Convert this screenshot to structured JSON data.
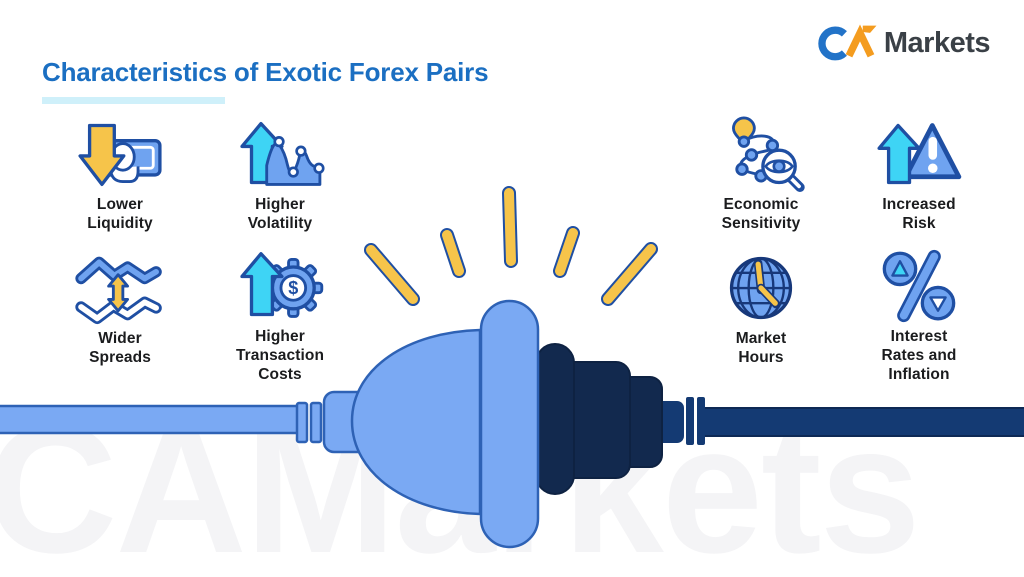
{
  "brand": {
    "name": "CA Markets",
    "markets_label": "Markets",
    "colors": {
      "c_blue": "#2273c8",
      "a_orange": "#f49c1f",
      "text_dark": "#3a4046"
    }
  },
  "title": {
    "text": "Characteristics of Exotic Forex Pairs",
    "color": "#1b6fc2",
    "underline_color": "#cff0fa"
  },
  "watermark": {
    "text": "CAMarkets"
  },
  "features": {
    "left": [
      {
        "label": "Lower\nLiquidity",
        "icon": "lower-liquidity-icon"
      },
      {
        "label": "Higher\nVolatility",
        "icon": "higher-volatility-icon"
      },
      {
        "label": "Wider\nSpreads",
        "icon": "wider-spreads-icon"
      },
      {
        "label": "Higher\nTransaction\nCosts",
        "icon": "higher-transaction-costs-icon"
      }
    ],
    "right": [
      {
        "label": "Economic\nSensitivity",
        "icon": "economic-sensitivity-icon"
      },
      {
        "label": "Increased\nRisk",
        "icon": "increased-risk-icon"
      },
      {
        "label": "Market\nHours",
        "icon": "market-hours-icon"
      },
      {
        "label": "Interest\nRates and\nInflation",
        "icon": "interest-rates-inflation-icon"
      }
    ]
  },
  "illustration": {
    "name": "two-power-plugs-connecting",
    "spark_count": 5,
    "colors": {
      "light_plug": "#7aa9f3",
      "light_outline": "#2e62b5",
      "dark_plug": "#12294e",
      "dark_cable": "#143a73",
      "spark_yellow": "#f6c44a",
      "icon_outline": "#1f4fa3",
      "icon_blue": "#6fa3f0",
      "icon_cyan": "#3ed4f5"
    }
  }
}
